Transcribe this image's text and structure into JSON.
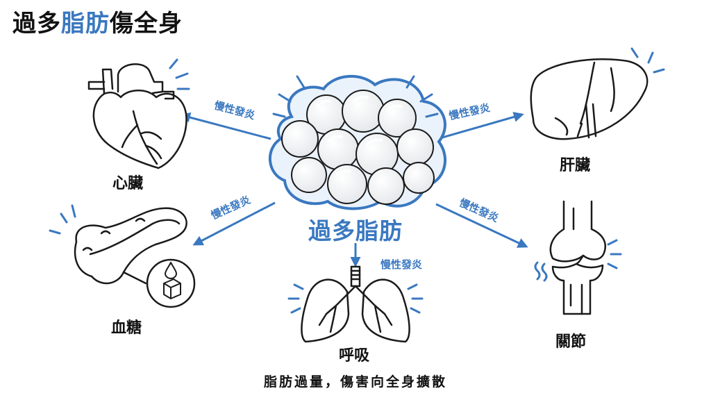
{
  "title": {
    "prefix": "過多",
    "highlight": "脂肪",
    "suffix": "傷全身"
  },
  "center": {
    "label": "過多脂肪"
  },
  "organs": {
    "heart": "心臟",
    "liver": "肝臟",
    "blood_sugar": "血糖",
    "lungs": "呼吸",
    "joints": "關節"
  },
  "edges": {
    "heart": "慢性發炎",
    "liver": "慢性發炎",
    "blood_sugar": "慢性發炎",
    "lungs": "慢性發炎",
    "joints": "慢性發炎"
  },
  "caption": "脂肪過量，傷害向全身擴散",
  "colors": {
    "accent": "#3a78c0",
    "line": "#1a1a1a",
    "text": "#111111"
  }
}
